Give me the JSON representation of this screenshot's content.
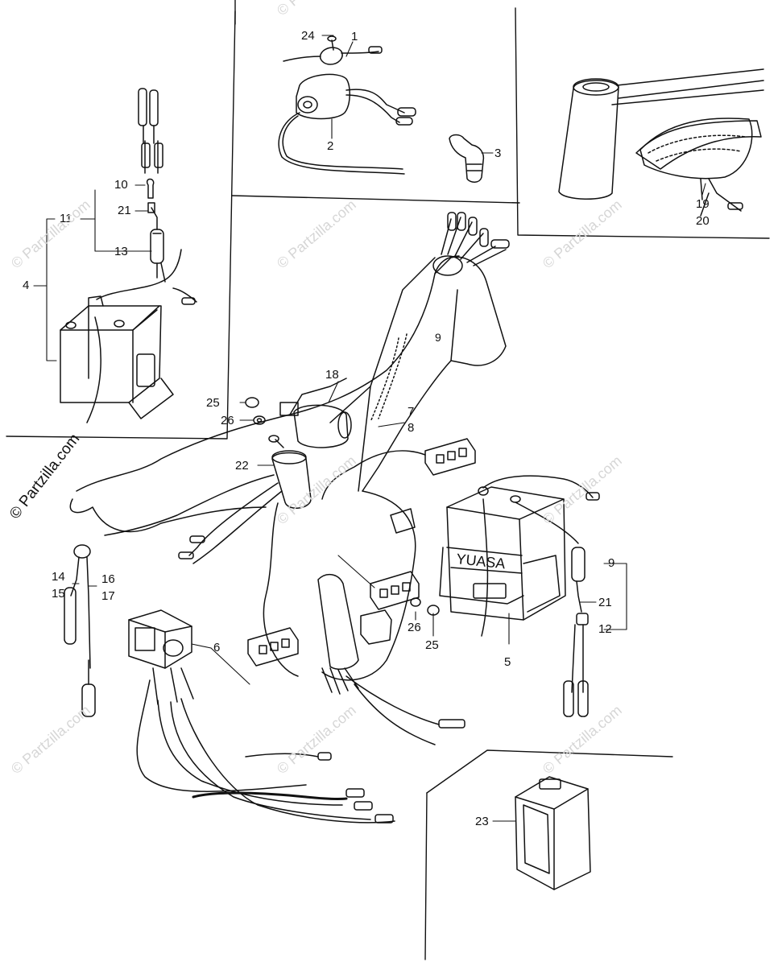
{
  "brand": {
    "copyright_text": "© Partzilla.com"
  },
  "watermarks": [
    "© Partzilla.com",
    "© Partzilla.com",
    "© Partzilla.com",
    "© Partzilla.com",
    "© Partzilla.com",
    "© Partzilla.com",
    "© Partzilla.com",
    "© Partzilla.com",
    "© Partzilla.com"
  ],
  "battery": {
    "brand_label": "YUASA"
  },
  "frame": {
    "mark": "9"
  },
  "callouts": {
    "c1": "1",
    "c2": "2",
    "c3": "3",
    "c4": "4",
    "c5": "5",
    "c6": "6",
    "c7": "7",
    "c8": "8",
    "c9": "9",
    "c10": "10",
    "c11": "11",
    "c12": "12",
    "c13": "13",
    "c14": "14",
    "c15": "15",
    "c16": "16",
    "c17": "17",
    "c18": "18",
    "c19": "19",
    "c20": "20",
    "c21a": "21",
    "c21b": "21",
    "c22": "22",
    "c23": "23",
    "c24": "24",
    "c25a": "25",
    "c25b": "25",
    "c26a": "26",
    "c26b": "26"
  }
}
